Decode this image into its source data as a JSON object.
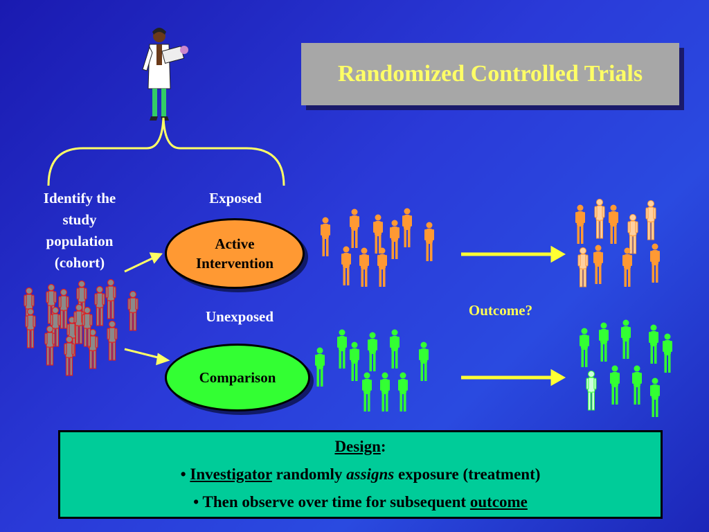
{
  "title": "Randomized Controlled Trials",
  "labels": {
    "identify": [
      "Identify the",
      "study",
      "population",
      "(cohort)"
    ],
    "exposed": "Exposed",
    "unexposed": "Unexposed",
    "outcome": "Outcome?"
  },
  "ovals": {
    "active": [
      "Active",
      "Intervention"
    ],
    "comparison": "Comparison"
  },
  "design": {
    "heading": "Design",
    "heading_suffix": ":",
    "bullet1": {
      "term": "Investigator",
      "mid": " randomly ",
      "verb": "assigns",
      "rest": " exposure (treatment)"
    },
    "bullet2": {
      "text": "Then observe over time for subsequent ",
      "term": "outcome"
    }
  },
  "colors": {
    "orange": "#ff9933",
    "green": "#33ff33",
    "gray": "#8a8a8a",
    "yellow": "#ffff55",
    "teal": "#00cc99"
  },
  "icons": [
    "doctor-icon",
    "person-icon",
    "arrow-icon",
    "brace-icon"
  ]
}
